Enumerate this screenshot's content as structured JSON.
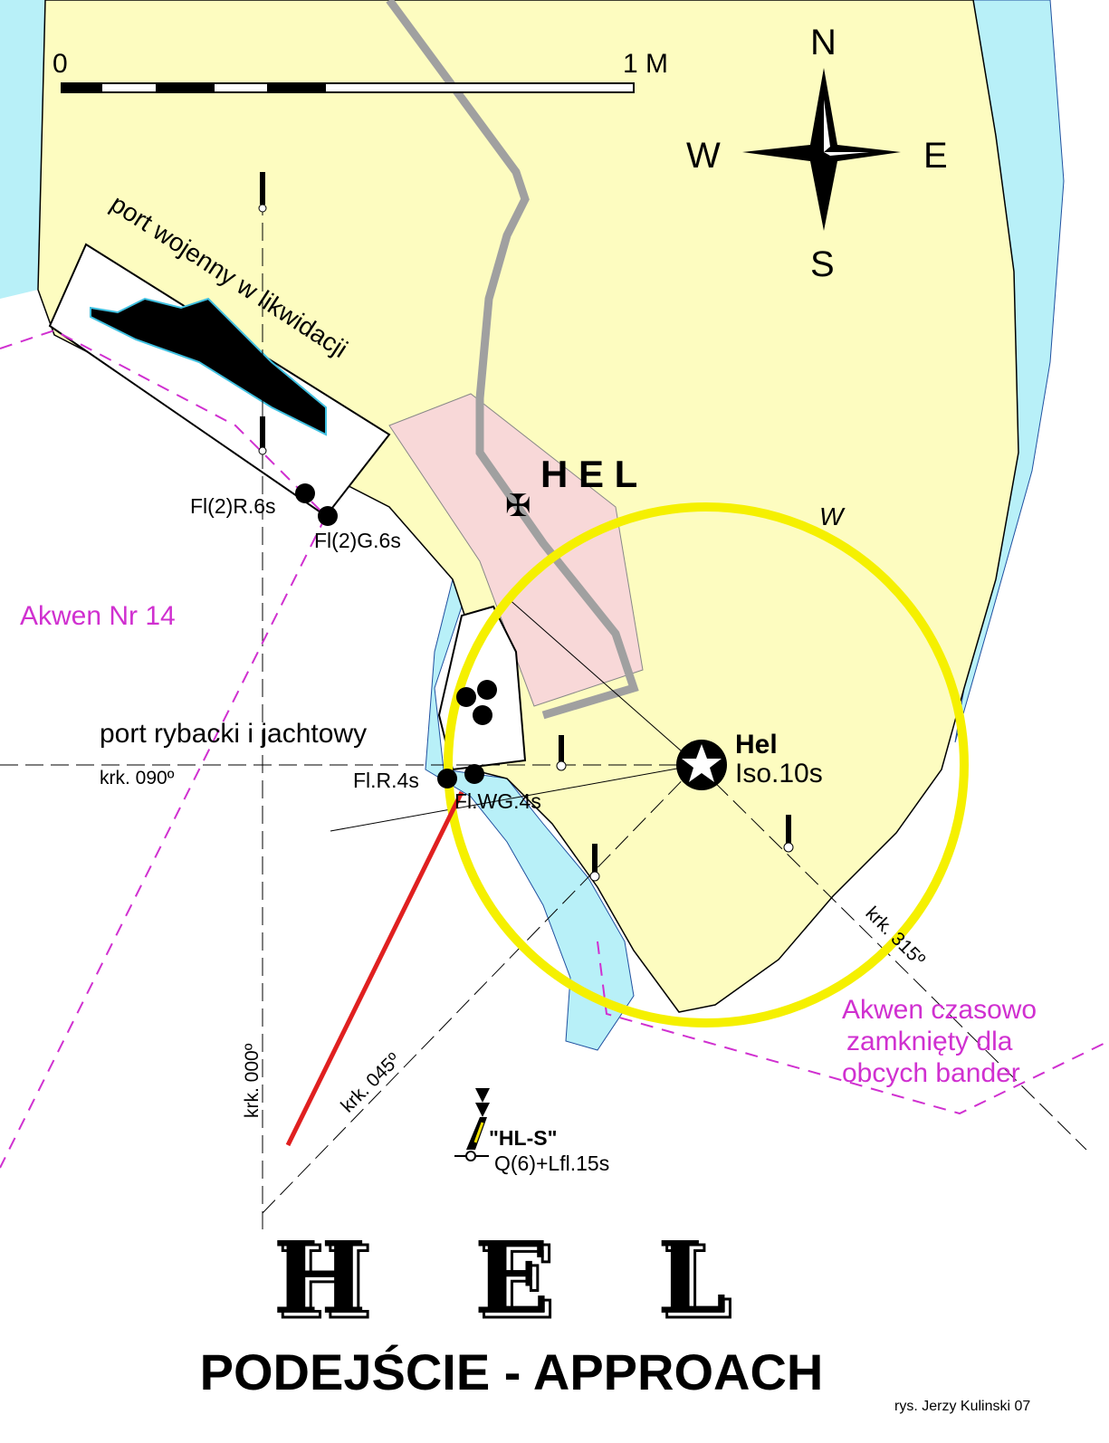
{
  "scale": {
    "zero": "0",
    "one": "1 M"
  },
  "compass": {
    "n": "N",
    "s": "S",
    "e": "E",
    "w": "W"
  },
  "labels": {
    "naval_port": "port wojenny w likwidacji",
    "town": "H E L",
    "sector_w": "W",
    "area14": "Akwen Nr 14",
    "fishing_port": "port rybacki i jachtowy",
    "brg090": "krk. 090º",
    "brg000": "krk. 000º",
    "brg045": "krk. 045º",
    "brg315": "krk. 315º",
    "closed_area": [
      "Akwen czasowo",
      "zamknięty dla",
      "obcych bander"
    ]
  },
  "lights": {
    "fl2r": "Fl(2)R.6s",
    "fl2g": "Fl(2)G.6s",
    "flr": "Fl.R.4s",
    "flwg": "Fl.WG.4s",
    "hel_name": "Hel",
    "hel_char": "Iso.10s",
    "buoy_name": "\"HL-S\"",
    "buoy_char": "Q(6)+Lfl.15s"
  },
  "title": {
    "main": "H E L",
    "sub": "PODEJŚCIE - APPROACH"
  },
  "credit": "rys. Jerzy Kulinski 07",
  "colors": {
    "land": "#fdfcc0",
    "shallow": "#b8f0f8",
    "town": "#f8d8d8",
    "sector": "#f5f000",
    "lead": "#e02020",
    "boundary": "#d030d0"
  }
}
